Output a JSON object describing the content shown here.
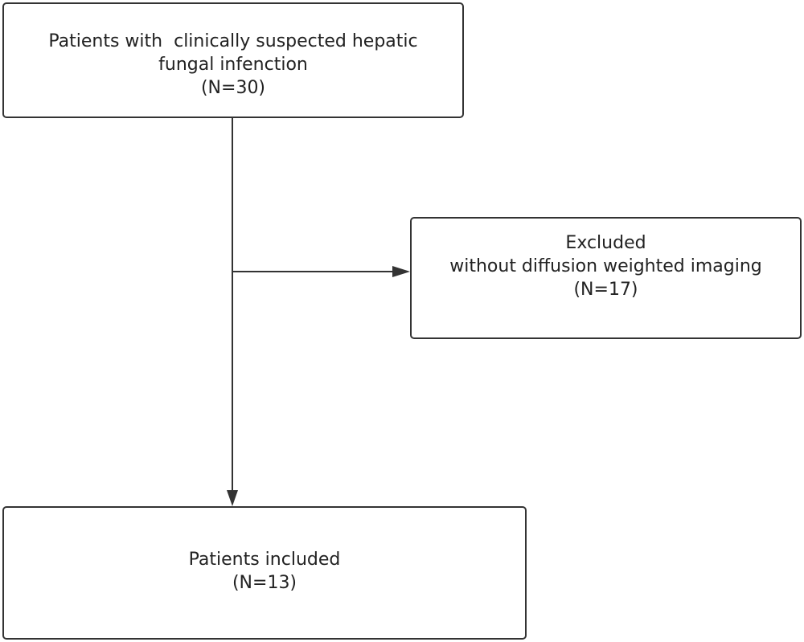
{
  "nodes": {
    "start": {
      "lines": [
        "Patients with  clinically suspected hepatic",
        "fungal infenction",
        "(N=30)"
      ]
    },
    "excluded": {
      "lines": [
        "Excluded",
        "without diffusion weighted imaging",
        "(N=17)"
      ]
    },
    "included": {
      "lines": [
        "Patients included",
        "(N=13)"
      ]
    }
  },
  "colors": {
    "stroke": "#333333",
    "text": "#222222"
  }
}
